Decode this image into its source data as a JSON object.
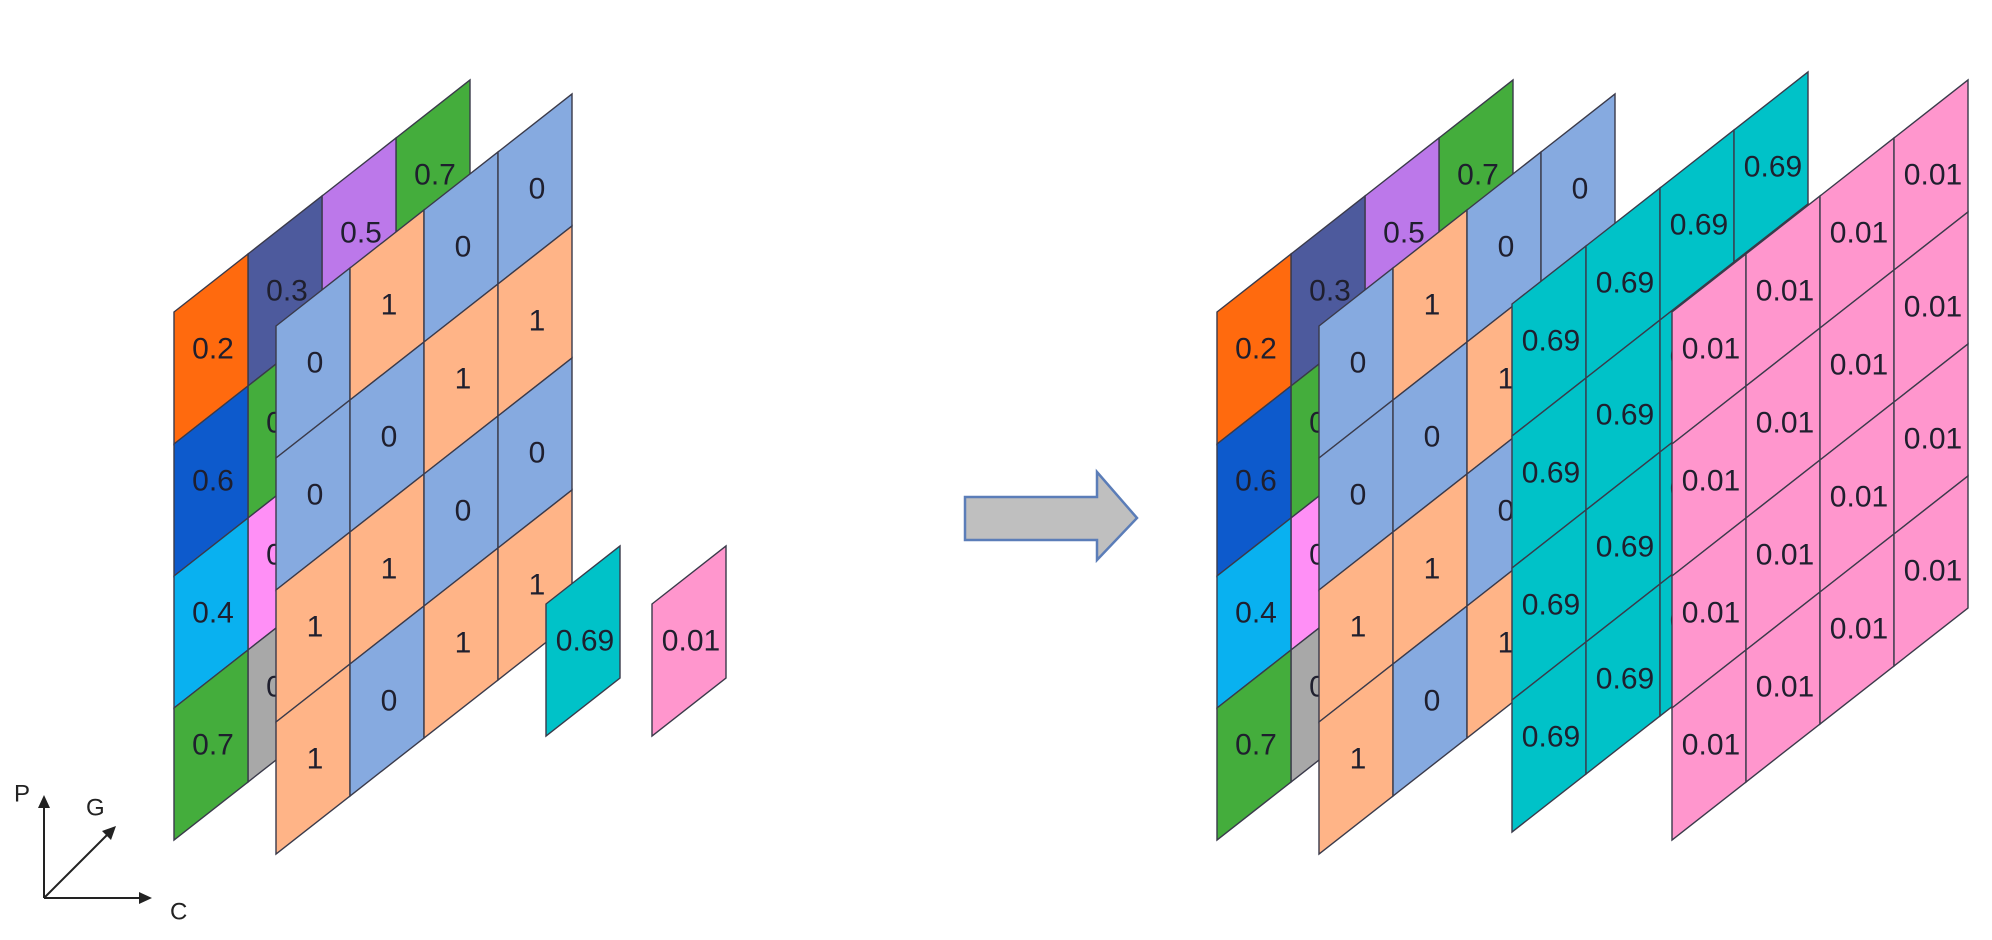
{
  "colors": {
    "orange": "#ff6a0e",
    "navy": "#4d5a9d",
    "violet": "#bc78ea",
    "green": "#44ad3c",
    "blue": "#0d5acc",
    "pink": "#ff8ff6",
    "sky": "#09b1f0",
    "gray": "#a8a8a8",
    "lightblue": "#86aae0",
    "peach": "#ffb487",
    "teal": "#00c2c8",
    "rose": "#ff96cd",
    "edge": "#3a3a4a",
    "arrow_fill": "#bfbfbf",
    "arrow_stroke": "#5b7db8"
  },
  "axes": {
    "p": "P",
    "g": "G",
    "c": "C"
  },
  "layers": {
    "first": [
      {
        "value": "0.2",
        "color": "orange"
      },
      {
        "value": "0.6",
        "color": "blue"
      },
      {
        "value": "0.4",
        "color": "sky"
      },
      {
        "value": "0.7",
        "color": "green"
      }
    ],
    "second": [
      {
        "value": "0.3",
        "color": "navy"
      },
      {
        "value": "0.7",
        "color": "green"
      },
      {
        "value": "0.8",
        "color": "pink"
      },
      {
        "value": "0.1",
        "color": "gray"
      }
    ],
    "third": [
      {
        "value": "0.5",
        "color": "violet"
      }
    ],
    "fourth": [
      {
        "value": "0.7",
        "color": "green"
      }
    ]
  },
  "grid_columns": [
    [
      {
        "value": "0",
        "color": "lightblue"
      },
      {
        "value": "0",
        "color": "lightblue"
      },
      {
        "value": "1",
        "color": "peach"
      },
      {
        "value": "1",
        "color": "peach"
      }
    ],
    [
      {
        "value": "1",
        "color": "peach"
      },
      {
        "value": "0",
        "color": "lightblue"
      },
      {
        "value": "1",
        "color": "peach"
      },
      {
        "value": "0",
        "color": "lightblue"
      }
    ],
    [
      {
        "value": "0",
        "color": "lightblue"
      },
      {
        "value": "1",
        "color": "peach"
      },
      {
        "value": "0",
        "color": "lightblue"
      },
      {
        "value": "1",
        "color": "peach"
      }
    ],
    [
      {
        "value": "0",
        "color": "lightblue"
      },
      {
        "value": "1",
        "color": "peach"
      },
      {
        "value": "0",
        "color": "lightblue"
      },
      {
        "value": "1",
        "color": "peach"
      }
    ]
  ],
  "single_cells": [
    {
      "value": "0.69",
      "color": "teal"
    },
    {
      "value": "0.01",
      "color": "rose"
    }
  ],
  "expanded_layers": [
    {
      "value": "0.69",
      "color": "teal"
    },
    {
      "value": "0.01",
      "color": "rose"
    }
  ]
}
